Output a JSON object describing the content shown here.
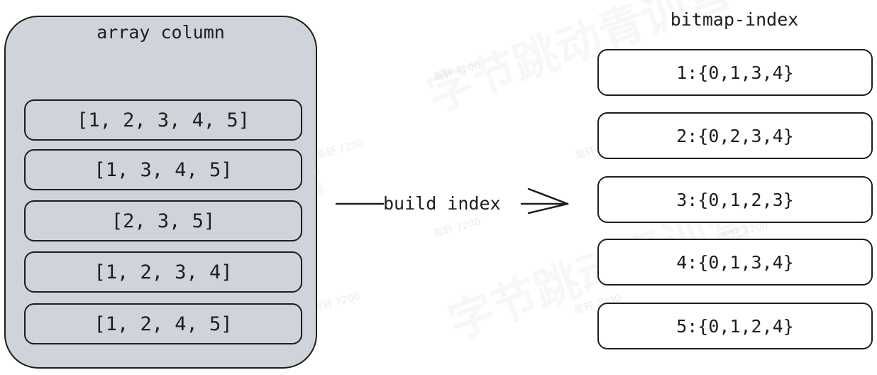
{
  "array_column": {
    "title": "array column",
    "rows": [
      "[1, 2, 3, 4, 5]",
      "[1, 3, 4, 5]",
      "[2, 3, 5]",
      "[1, 2, 3, 4]",
      "[1, 2, 4, 5]"
    ]
  },
  "arrow": {
    "label": "build index"
  },
  "bitmap_index": {
    "title": "bitmap-index",
    "rows": [
      "1:{0,1,3,4}",
      "2:{0,2,3,4}",
      "3:{0,1,2,3}",
      "4:{0,1,3,4}",
      "5:{0,1,2,4}"
    ]
  },
  "watermarks": {
    "large": "字节跳动青训营",
    "small": "周轩 7200"
  },
  "colors": {
    "array_fill": "#ced4da",
    "stroke": "#1e1e1e",
    "bitmap_fill": "#ffffff"
  }
}
